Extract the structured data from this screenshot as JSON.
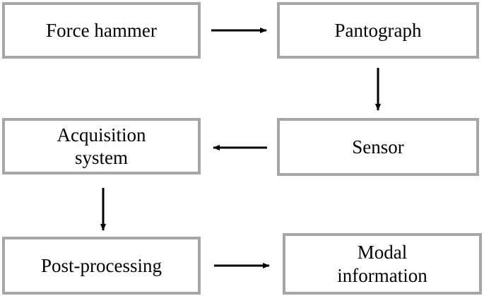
{
  "diagram": {
    "nodes": {
      "force_hammer": {
        "label": "Force hammer"
      },
      "pantograph": {
        "label": "Pantograph"
      },
      "acquisition_system": {
        "line1": "Acquisition",
        "line2": "system"
      },
      "sensor": {
        "label": "Sensor"
      },
      "post_processing": {
        "label": "Post-processing"
      },
      "modal_information": {
        "line1": "Modal",
        "line2": "information"
      }
    },
    "edges": [
      {
        "from": "Force hammer",
        "to": "Pantograph"
      },
      {
        "from": "Pantograph",
        "to": "Sensor"
      },
      {
        "from": "Sensor",
        "to": "Acquisition system"
      },
      {
        "from": "Acquisition system",
        "to": "Post-processing"
      },
      {
        "from": "Post-processing",
        "to": "Modal information"
      }
    ],
    "colors": {
      "box_border": "#a6a6a6",
      "arrow": "#000000",
      "text": "#000000"
    }
  }
}
